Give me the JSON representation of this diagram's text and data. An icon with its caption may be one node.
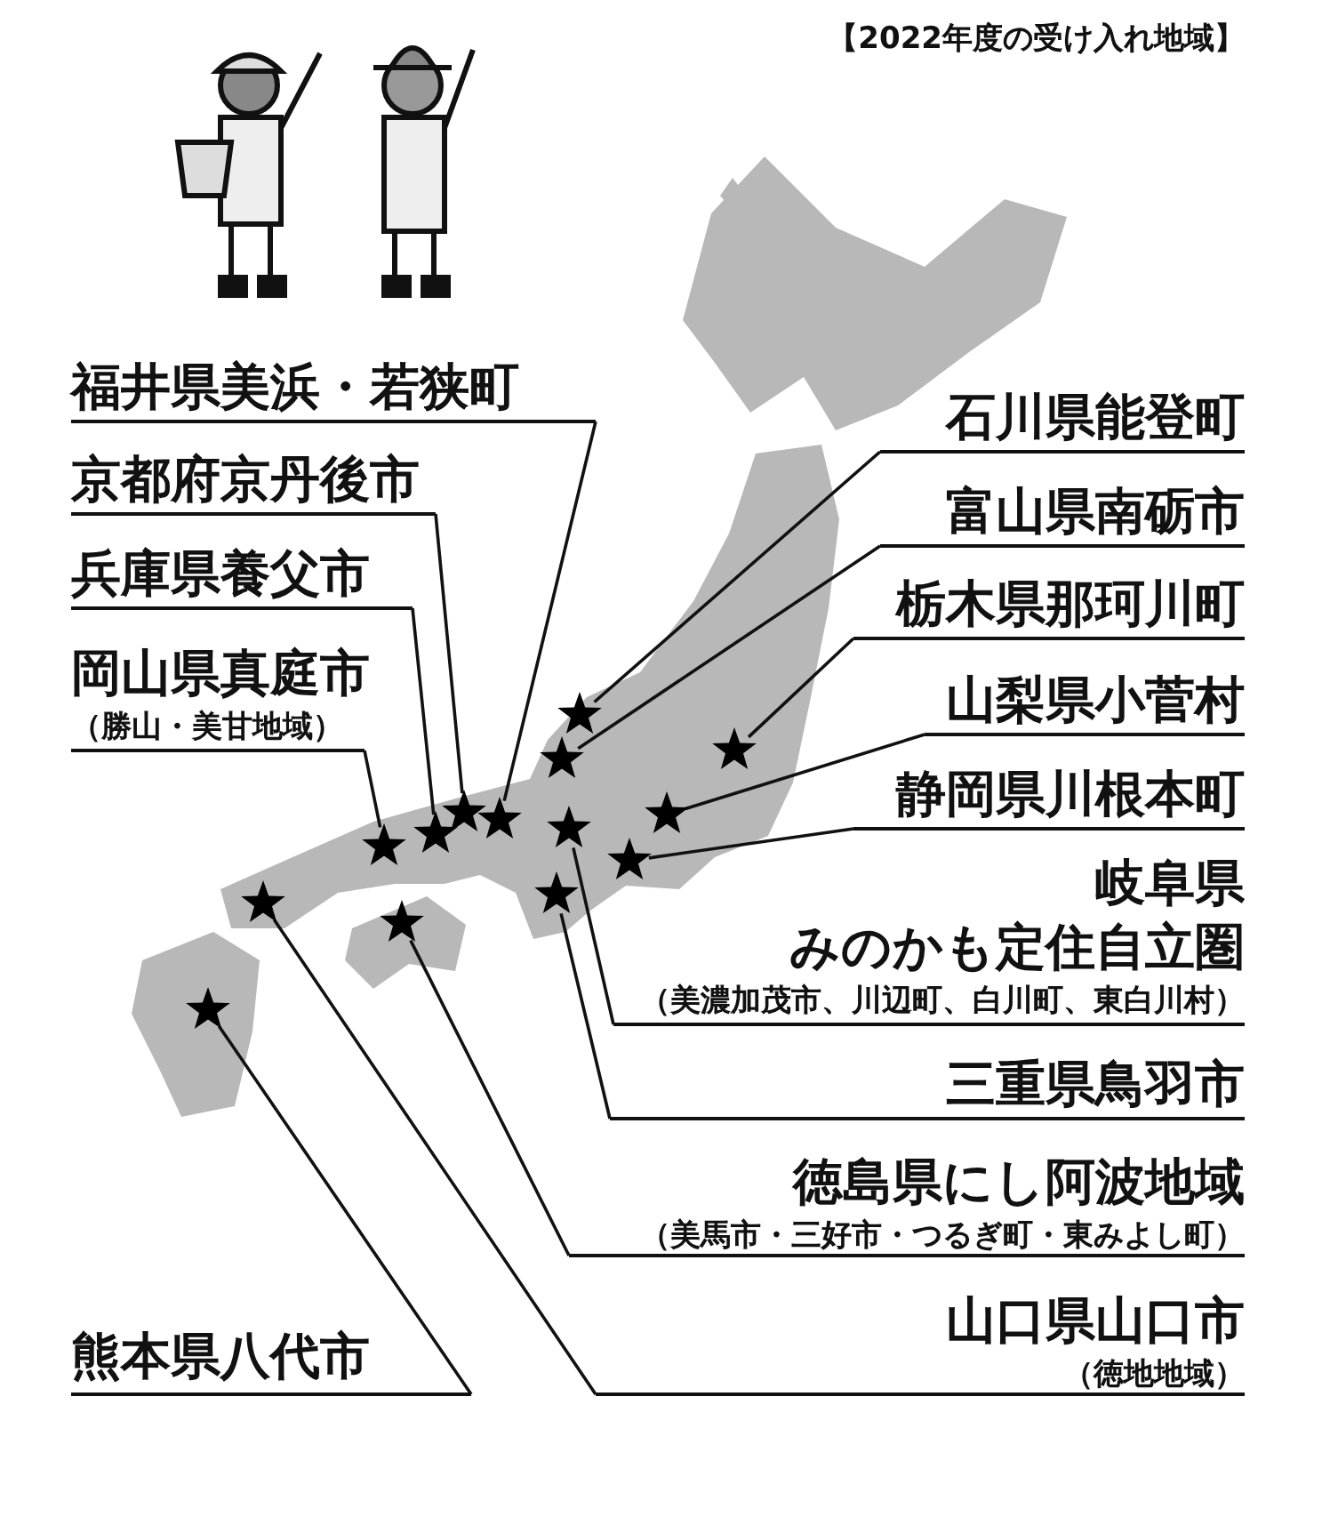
{
  "diagram": {
    "title": "【2022年度の受け入れ地域】",
    "nodes": [
      {
        "text": [
          "石川県能登町"
        ]
      },
      {
        "text": [
          "富山県南砺市"
        ]
      },
      {
        "text": [
          "栃木県那珂川町"
        ]
      },
      {
        "text": [
          "山梨県小菅村"
        ]
      },
      {
        "text": [
          "静岡県川根本町"
        ]
      },
      {
        "text": [
          "岐阜県",
          "みのかも定住自立圏",
          "（美濃加茂市、川辺町、白川町、東白川村）"
        ]
      },
      {
        "text": [
          "三重県鳥羽市"
        ]
      },
      {
        "text": [
          "徳島県にし阿波地域",
          "（美馬市・三好市・つるぎ町・東みよし町）"
        ]
      },
      {
        "text": [
          "山口県山口市",
          "（徳地地域）"
        ]
      },
      {
        "text": [
          "福井県美浜・若狭町"
        ]
      },
      {
        "text": [
          "京都府京丹後市"
        ]
      },
      {
        "text": [
          "兵庫県養父市"
        ]
      },
      {
        "text": [
          "岡山県真庭市",
          "（勝山・美甘地域）"
        ]
      },
      {
        "text": [
          "熊本県八代市"
        ]
      },
      {
        "text": [],
        "shape": "star"
      },
      {
        "text": [],
        "shape": "star"
      },
      {
        "text": [],
        "shape": "star"
      },
      {
        "text": [],
        "shape": "star"
      },
      {
        "text": [],
        "shape": "star"
      },
      {
        "text": [],
        "shape": "star"
      },
      {
        "text": [],
        "shape": "star"
      },
      {
        "text": [],
        "shape": "star"
      },
      {
        "text": [],
        "shape": "star"
      },
      {
        "text": [],
        "shape": "star"
      },
      {
        "text": [],
        "shape": "star"
      },
      {
        "text": [],
        "shape": "star"
      },
      {
        "text": [],
        "shape": "star"
      },
      {
        "text": [],
        "shape": "star"
      }
    ],
    "edges": [
      {
        "from": 0,
        "to": 24,
        "arrow": "none"
      },
      {
        "from": 1,
        "to": 22,
        "arrow": "none"
      },
      {
        "from": 2,
        "to": 27,
        "arrow": "none"
      },
      {
        "from": 3,
        "to": 26,
        "arrow": "none"
      },
      {
        "from": 4,
        "to": 25,
        "arrow": "none"
      },
      {
        "from": 5,
        "to": 23,
        "arrow": "none"
      },
      {
        "from": 6,
        "to": 21,
        "arrow": "none"
      },
      {
        "from": 7,
        "to": 17,
        "arrow": "none"
      },
      {
        "from": 8,
        "to": 15,
        "arrow": "none"
      },
      {
        "from": 9,
        "to": 20,
        "arrow": "none"
      },
      {
        "from": 10,
        "to": 19,
        "arrow": "none"
      },
      {
        "from": 11,
        "to": 18,
        "arrow": "none"
      },
      {
        "from": 12,
        "to": 16,
        "arrow": "none"
      },
      {
        "from": 13,
        "to": 14,
        "arrow": "none"
      }
    ]
  }
}
